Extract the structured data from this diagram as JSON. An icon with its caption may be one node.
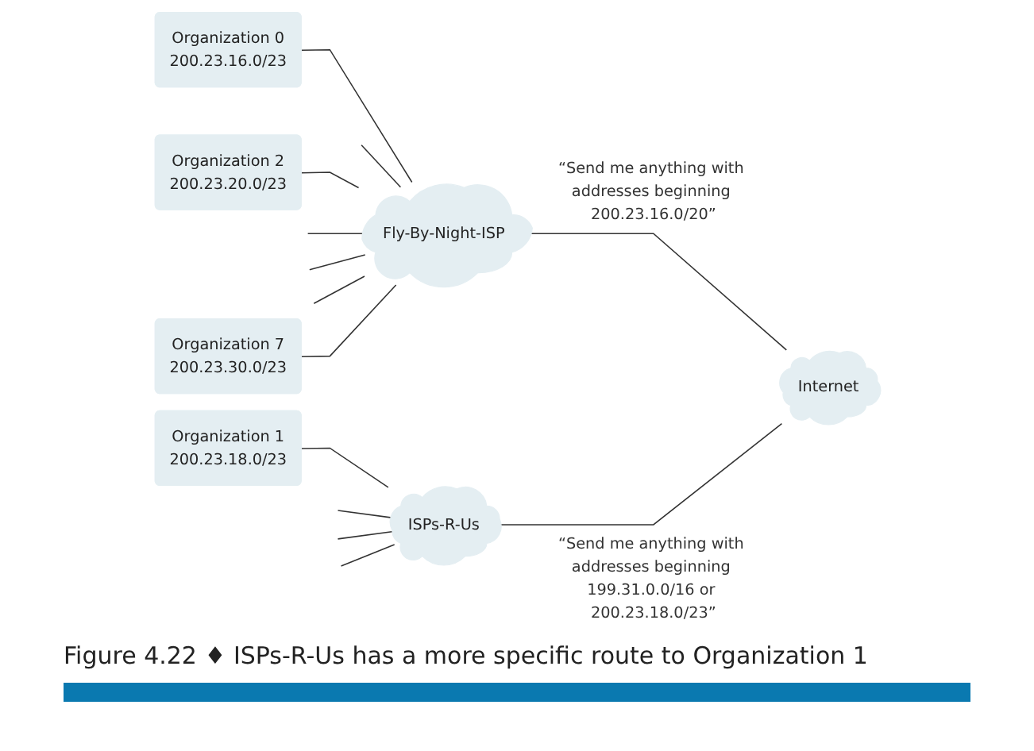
{
  "diagram": {
    "caption": "Figure 4.22 ♦ ISPs-R-Us has a more specific route to Organization 1",
    "nodes": [
      {
        "text": [
          "Organization 0",
          "200.23.16.0/23"
        ]
      },
      {
        "text": [
          "Organization 2",
          "200.23.20.0/23"
        ]
      },
      {
        "text": [
          "Organization 7",
          "200.23.30.0/23"
        ]
      },
      {
        "text": [
          "Fly-By-Night-ISP"
        ]
      },
      {
        "text": [
          "Organization 1",
          "200.23.18.0/23"
        ]
      },
      {
        "text": [
          "ISPs-R-Us"
        ]
      },
      {
        "text": [
          "Internet"
        ]
      }
    ],
    "edges": [
      {
        "from": 0,
        "to": 3,
        "arrow": "none"
      },
      {
        "from": null,
        "to": 3,
        "arrow": "none"
      },
      {
        "from": 1,
        "to": 3,
        "arrow": "none"
      },
      {
        "from": null,
        "to": 3,
        "arrow": "none"
      },
      {
        "from": null,
        "to": 3,
        "arrow": "none"
      },
      {
        "from": null,
        "to": 3,
        "arrow": "none"
      },
      {
        "from": 2,
        "to": 3,
        "arrow": "none"
      },
      {
        "from": 3,
        "to": 6,
        "arrow": "none",
        "label": "“Send me anything with addresses beginning 200.23.16.0/20”"
      },
      {
        "from": 4,
        "to": 5,
        "arrow": "none"
      },
      {
        "from": null,
        "to": 5,
        "arrow": "none"
      },
      {
        "from": null,
        "to": 5,
        "arrow": "none"
      },
      {
        "from": null,
        "to": 5,
        "arrow": "none"
      },
      {
        "from": 5,
        "to": 6,
        "arrow": "none",
        "label": "“Send me anything with addresses beginning 199.31.0.0/16 or 200.23.18.0/23”"
      }
    ]
  }
}
